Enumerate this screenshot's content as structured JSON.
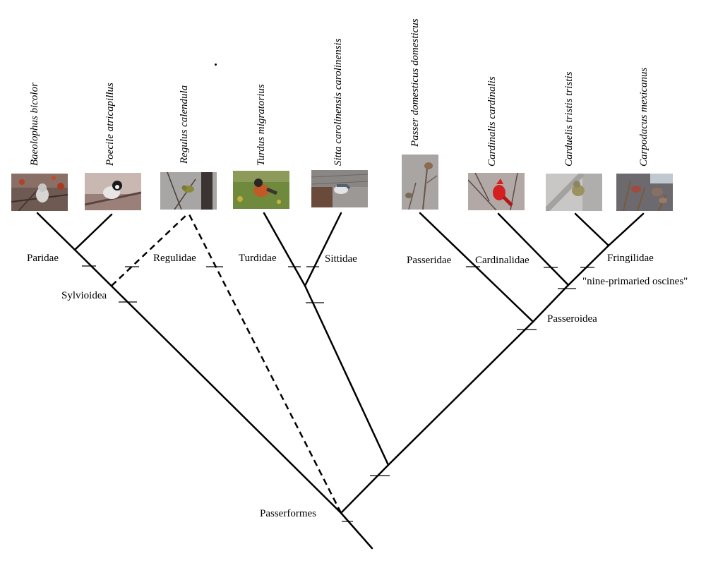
{
  "species": [
    {
      "id": "baeolophus",
      "name": "Baeolophus bicolor"
    },
    {
      "id": "poecile",
      "name": "Poecile atricapillus"
    },
    {
      "id": "regulus",
      "name": "Regulus calendula"
    },
    {
      "id": "turdus",
      "name": "Turdus migratorius"
    },
    {
      "id": "sitta",
      "name": "Sitta carolinensis carolinensis"
    },
    {
      "id": "passer",
      "name": "Passer domesticus domesticus"
    },
    {
      "id": "cardinalis",
      "name": "Cardinalis cardinalis"
    },
    {
      "id": "carduelis",
      "name": "Carduelis tristis tristis"
    },
    {
      "id": "carpodacus",
      "name": "Carpodacus mexicanus"
    }
  ],
  "clades": {
    "paridae": "Paridae",
    "regulidae": "Regulidae",
    "turdidae": "Turdidae",
    "sittidae": "Sittidae",
    "passeridae": "Passeridae",
    "cardinalidae": "Cardinalidae",
    "fringilidae": "Fringilidae",
    "sylvioidea": "Sylvioidea",
    "nine_primaried": "\"nine-primaried oscines\"",
    "passeroidea": "Passeroidea",
    "passerformes": "Passerformes"
  },
  "colors": {
    "line": "#000000",
    "background": "#ffffff"
  }
}
